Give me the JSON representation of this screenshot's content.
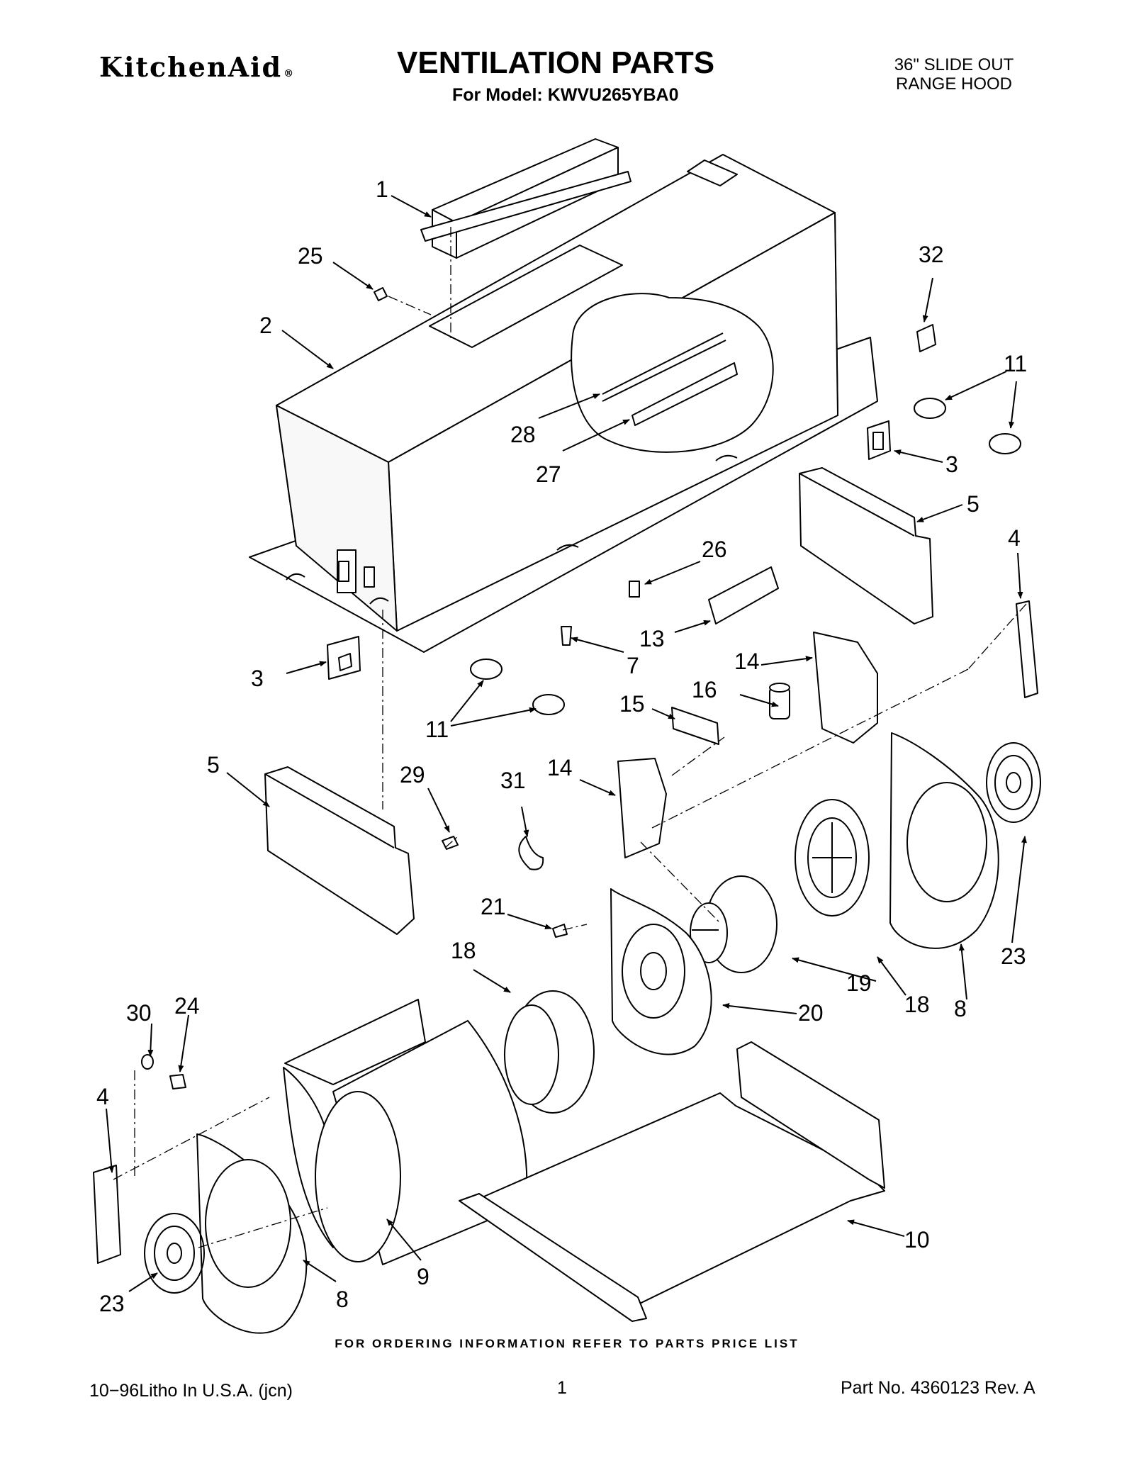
{
  "header": {
    "brand": "KitchenAid",
    "brand_mark": "®",
    "title": "VENTILATION PARTS",
    "subtitle": "For Model: KWVU265YBA0",
    "model_type_line1": "36\" SLIDE OUT",
    "model_type_line2": "RANGE HOOD"
  },
  "callouts": {
    "c1": "1",
    "c25": "25",
    "c2": "2",
    "c32": "32",
    "c11a": "11",
    "c28": "28",
    "c27": "27",
    "c3a": "3",
    "c5a": "5",
    "c4a": "4",
    "c26": "26",
    "c13": "13",
    "c7": "7",
    "c3b": "3",
    "c14a": "14",
    "c16": "16",
    "c11b": "11",
    "c15": "15",
    "c5b": "5",
    "c29": "29",
    "c31": "31",
    "c14b": "14",
    "c21": "21",
    "c18a": "18",
    "c19": "19",
    "c18b": "18",
    "c8a": "8",
    "c23a": "23",
    "c20": "20",
    "c30": "30",
    "c24": "24",
    "c4b": "4",
    "c10": "10",
    "c23b": "23",
    "c8b": "8",
    "c9": "9"
  },
  "footer": {
    "ordering_note": "FOR ORDERING INFORMATION REFER TO PARTS PRICE LIST",
    "litho": "10−96Litho In U.S.A. (jcn)",
    "page": "1",
    "part_no": "Part No. 4360123 Rev. A"
  }
}
